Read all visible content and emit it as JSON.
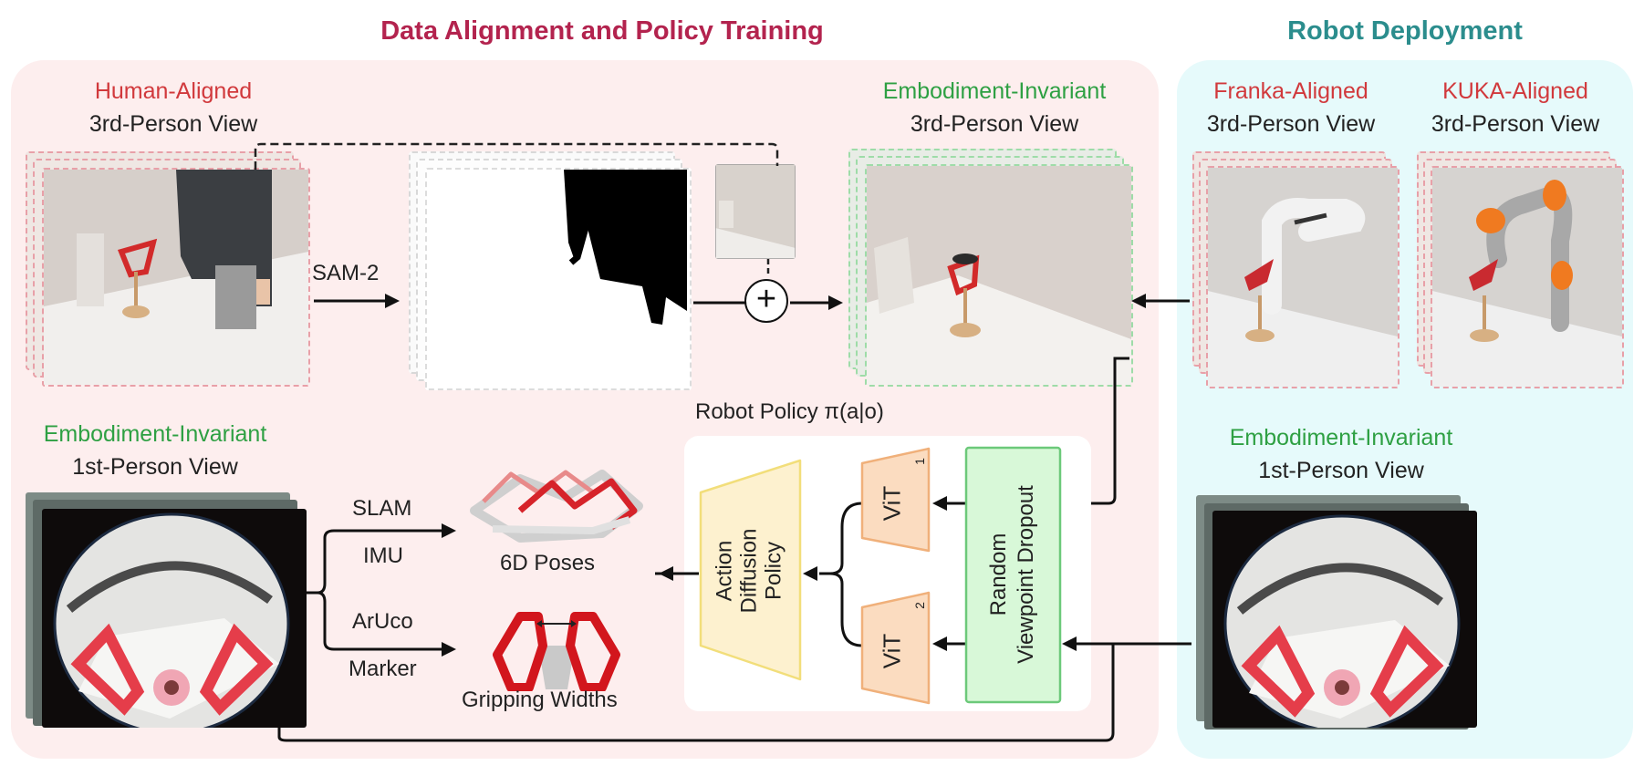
{
  "sections": {
    "training": {
      "title": "Data Alignment and Policy Training",
      "color": "#b3234e"
    },
    "deployment": {
      "title": "Robot Deployment",
      "color": "#2b8d8d"
    }
  },
  "views": {
    "human_3rd": {
      "qualifier": "Human-Aligned",
      "view": "3rd-Person View",
      "color": "#d1393c"
    },
    "invariant_3rd": {
      "qualifier": "Embodiment-Invariant",
      "view": "3rd-Person View",
      "color": "#2ea043"
    },
    "invariant_1st_train": {
      "qualifier": "Embodiment-Invariant",
      "view": "1st-Person View",
      "color": "#2ea043"
    },
    "franka_3rd": {
      "qualifier": "Franka-Aligned",
      "view": "3rd-Person View",
      "color": "#d1393c"
    },
    "kuka_3rd": {
      "qualifier": "KUKA-Aligned",
      "view": "3rd-Person View",
      "color": "#d1393c"
    },
    "invariant_1st_deploy": {
      "qualifier": "Embodiment-Invariant",
      "view": "1st-Person View",
      "color": "#2ea043"
    }
  },
  "edges": {
    "sam2": "SAM-2",
    "slam": "SLAM",
    "imu": "IMU",
    "aruco": "ArUco",
    "marker": "Marker",
    "combine_symbol": "+"
  },
  "outputs": {
    "poses": "6D Poses",
    "gripping": "Gripping Widths"
  },
  "policy": {
    "title": "Robot Policy π(a|o)",
    "action_diffusion": [
      "Action",
      "Diffusion",
      "Policy"
    ],
    "vit1": "ViT",
    "vit1_sub": "1",
    "vit2": "ViT",
    "vit2_sub": "2",
    "dropout": [
      "Random",
      "Viewpoint Dropout"
    ]
  },
  "colors": {
    "training_bg": "#fdeeee",
    "deployment_bg": "#e6fafb",
    "policy_bg": "#ffffff",
    "vit_fill": "#fbdcc0",
    "vit_stroke": "#f0b07a",
    "adp_fill": "#fdf1cf",
    "adp_stroke": "#f2de7a",
    "dropout_fill": "#d8f8d8",
    "dropout_stroke": "#6cc97a"
  }
}
